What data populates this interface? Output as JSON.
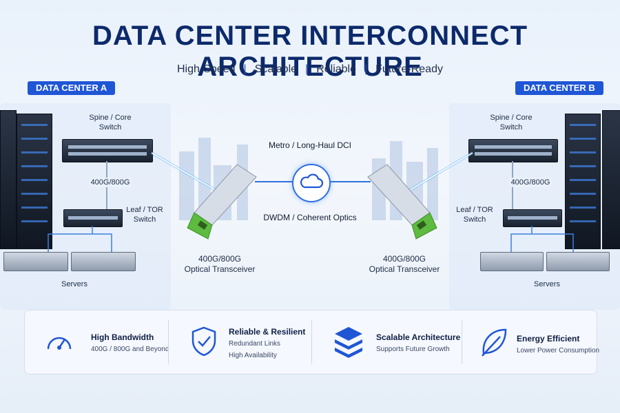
{
  "title": "DATA CENTER INTERCONNECT ARCHITECTURE",
  "tagline": [
    "High-Speed",
    "Scalable",
    "Reliable",
    "Future-Ready"
  ],
  "separator": "|",
  "dc_a": {
    "label": "DATA CENTER A",
    "spine": [
      "Spine / Core",
      "Switch"
    ],
    "uplink": "400G/800G",
    "leaf": [
      "Leaf / TOR",
      "Switch"
    ],
    "servers": "Servers",
    "transceiver": [
      "400G/800G",
      "Optical Transceiver"
    ]
  },
  "dc_b": {
    "label": "DATA CENTER B",
    "spine": [
      "Spine / Core",
      "Switch"
    ],
    "uplink": "400G/800G",
    "leaf": [
      "Leaf / TOR",
      "Switch"
    ],
    "servers": "Servers",
    "transceiver": [
      "400G/800G",
      "Optical Transceiver"
    ]
  },
  "link": {
    "top_label": "Metro / Long-Haul DCI",
    "bottom_label": "DWDM / Coherent Optics",
    "icon": "cloud-icon"
  },
  "features": [
    {
      "icon": "speedometer-icon",
      "title": "High Bandwidth",
      "lines": [
        "400G / 800G and Beyond"
      ]
    },
    {
      "icon": "shield-check-icon",
      "title": "Reliable & Resilient",
      "lines": [
        "Redundant Links",
        "High Availability"
      ]
    },
    {
      "icon": "layers-icon",
      "title": "Scalable Architecture",
      "lines": [
        "Supports Future Growth"
      ]
    },
    {
      "icon": "leaf-icon",
      "title": "Energy Efficient",
      "lines": [
        "Lower Power Consumption"
      ]
    }
  ],
  "colors": {
    "accent": "#1f56d6",
    "title": "#0c2a6b",
    "transceiver_green": "#5dbb3f",
    "link_glow": "#5fb3ff"
  }
}
